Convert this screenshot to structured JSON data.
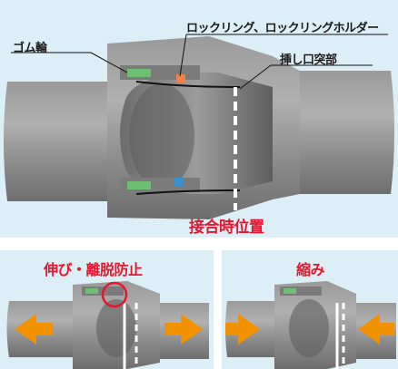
{
  "top": {
    "label_lock_ring": "ロックリング、ロックリングホルダー",
    "label_spigot": "挿し口突部",
    "label_rubber_ring": "ゴム輪",
    "label_joint_position": "接合時位置"
  },
  "bottom_left": {
    "title": "伸び・離脱防止"
  },
  "bottom_right": {
    "title": "縮み"
  },
  "colors": {
    "background": "#dceef6",
    "pipe": "#8d8d8d",
    "accent_red": "#e5162d",
    "arrow_orange": "#f39200"
  },
  "icons": [
    "orange-arrow-left-icon",
    "orange-arrow-right-icon",
    "red-circle-highlight-icon"
  ]
}
